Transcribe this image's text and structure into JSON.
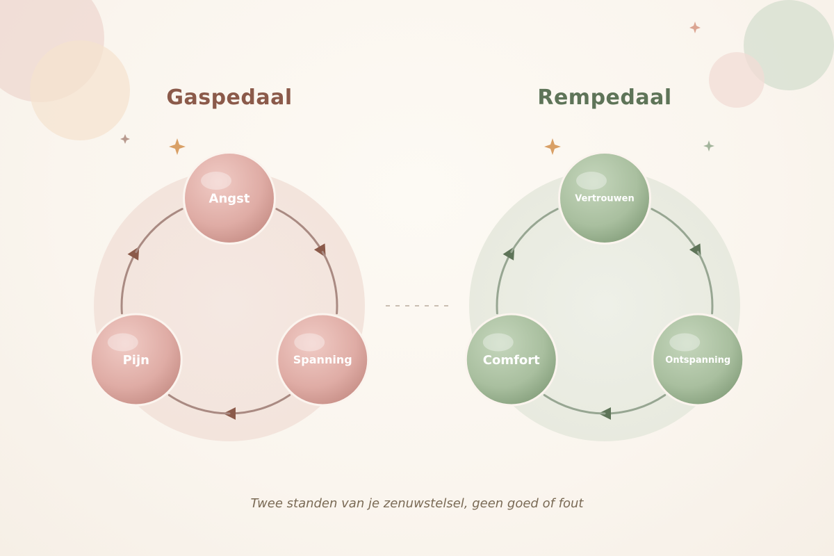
{
  "cycles": [
    {
      "title": "Gaspedaal",
      "color_theme": "rose",
      "nodes": [
        "Angst",
        "Spanning",
        "Pijn"
      ]
    },
    {
      "title": "Rempedaal",
      "color_theme": "sage",
      "nodes": [
        "Vertrouwen",
        "Ontspanning",
        "Comfort"
      ]
    }
  ],
  "caption": "Twee standen van je zenuwstelsel, geen goed of fout",
  "colors": {
    "gas_title": "#8b5a4a",
    "gas_node": "#dfaca5",
    "gas_arrow": "#8b5a4a",
    "rem_title": "#5e7458",
    "rem_node": "#a9bf9f",
    "rem_arrow": "#5e7458",
    "sparkle_gold": "#d9a066",
    "background": "#faf5ee"
  }
}
